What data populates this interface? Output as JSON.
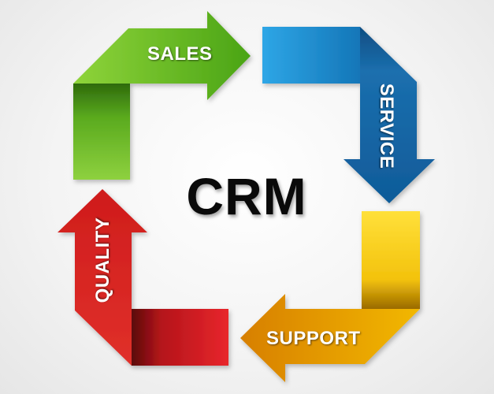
{
  "title": "CRM",
  "stages": {
    "sales": {
      "label": "SALES",
      "color": "#66bb1f"
    },
    "service": {
      "label": "SERVICE",
      "color": "#1a8fd0"
    },
    "support": {
      "label": "SUPPORT",
      "color": "#f0b400"
    },
    "quality": {
      "label": "QUALITY",
      "color": "#c8161d"
    }
  }
}
